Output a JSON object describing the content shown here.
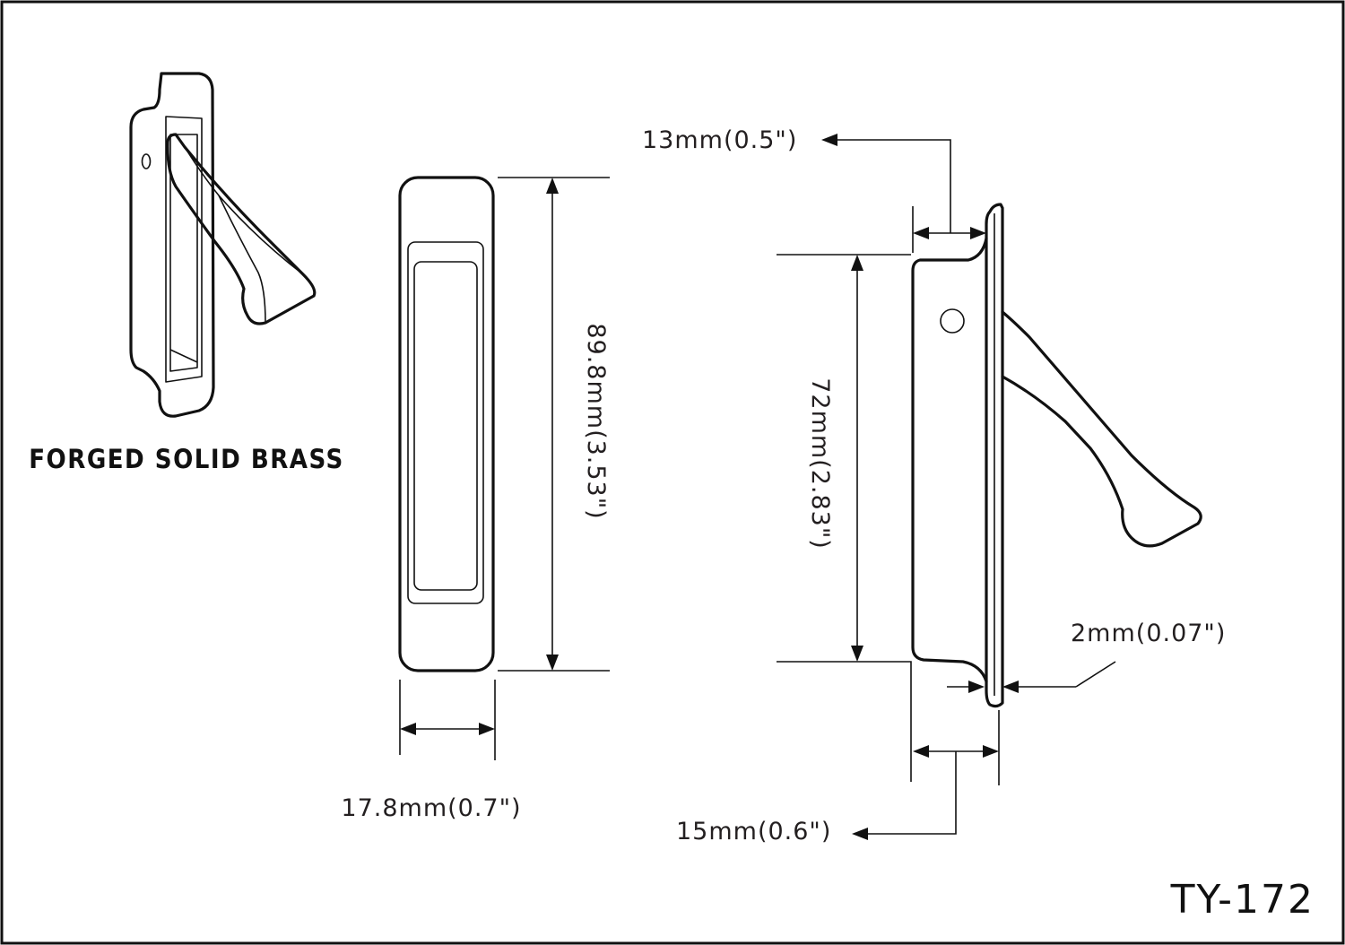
{
  "material_label": "FORGED SOLID BRASS",
  "model_number": "TY-172",
  "dimensions": {
    "height_overall": "89.8mm(3.53\")",
    "width_front": "17.8mm(0.7\")",
    "flange_depth": "13mm(0.5\")",
    "height_inner": "72mm(2.83\")",
    "plate_thickness": "2mm(0.07\")",
    "body_depth": "15mm(0.6\")"
  },
  "colors": {
    "ink": "#111111",
    "background": "#ffffff"
  }
}
